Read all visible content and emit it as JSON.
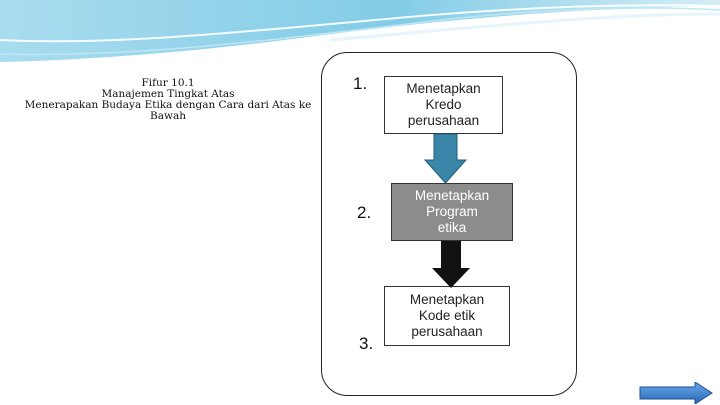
{
  "caption": {
    "line1": "Fifur 10.1",
    "line2": "Manajemen Tingkat Atas",
    "line3": "Menerapakan Budaya Etika dengan Cara dari Atas ke",
    "line4": "Bawah"
  },
  "steps": [
    {
      "number": "1.",
      "text": "Menetapkan\nKredo\nperusahaan"
    },
    {
      "number": "2.",
      "text": "Menetapkan\nProgram\netika"
    },
    {
      "number": "3.",
      "text": "Menetapkan\nKode etik\nperusahaan"
    }
  ],
  "colors": {
    "arrow1": "#3a86a8",
    "arrow2": "#111111",
    "box2_fill": "#8c8c8c",
    "nav_button": "#3b7fd0",
    "wave": "#7ecbe6"
  },
  "nav": {
    "icon": "next-arrow-icon"
  }
}
